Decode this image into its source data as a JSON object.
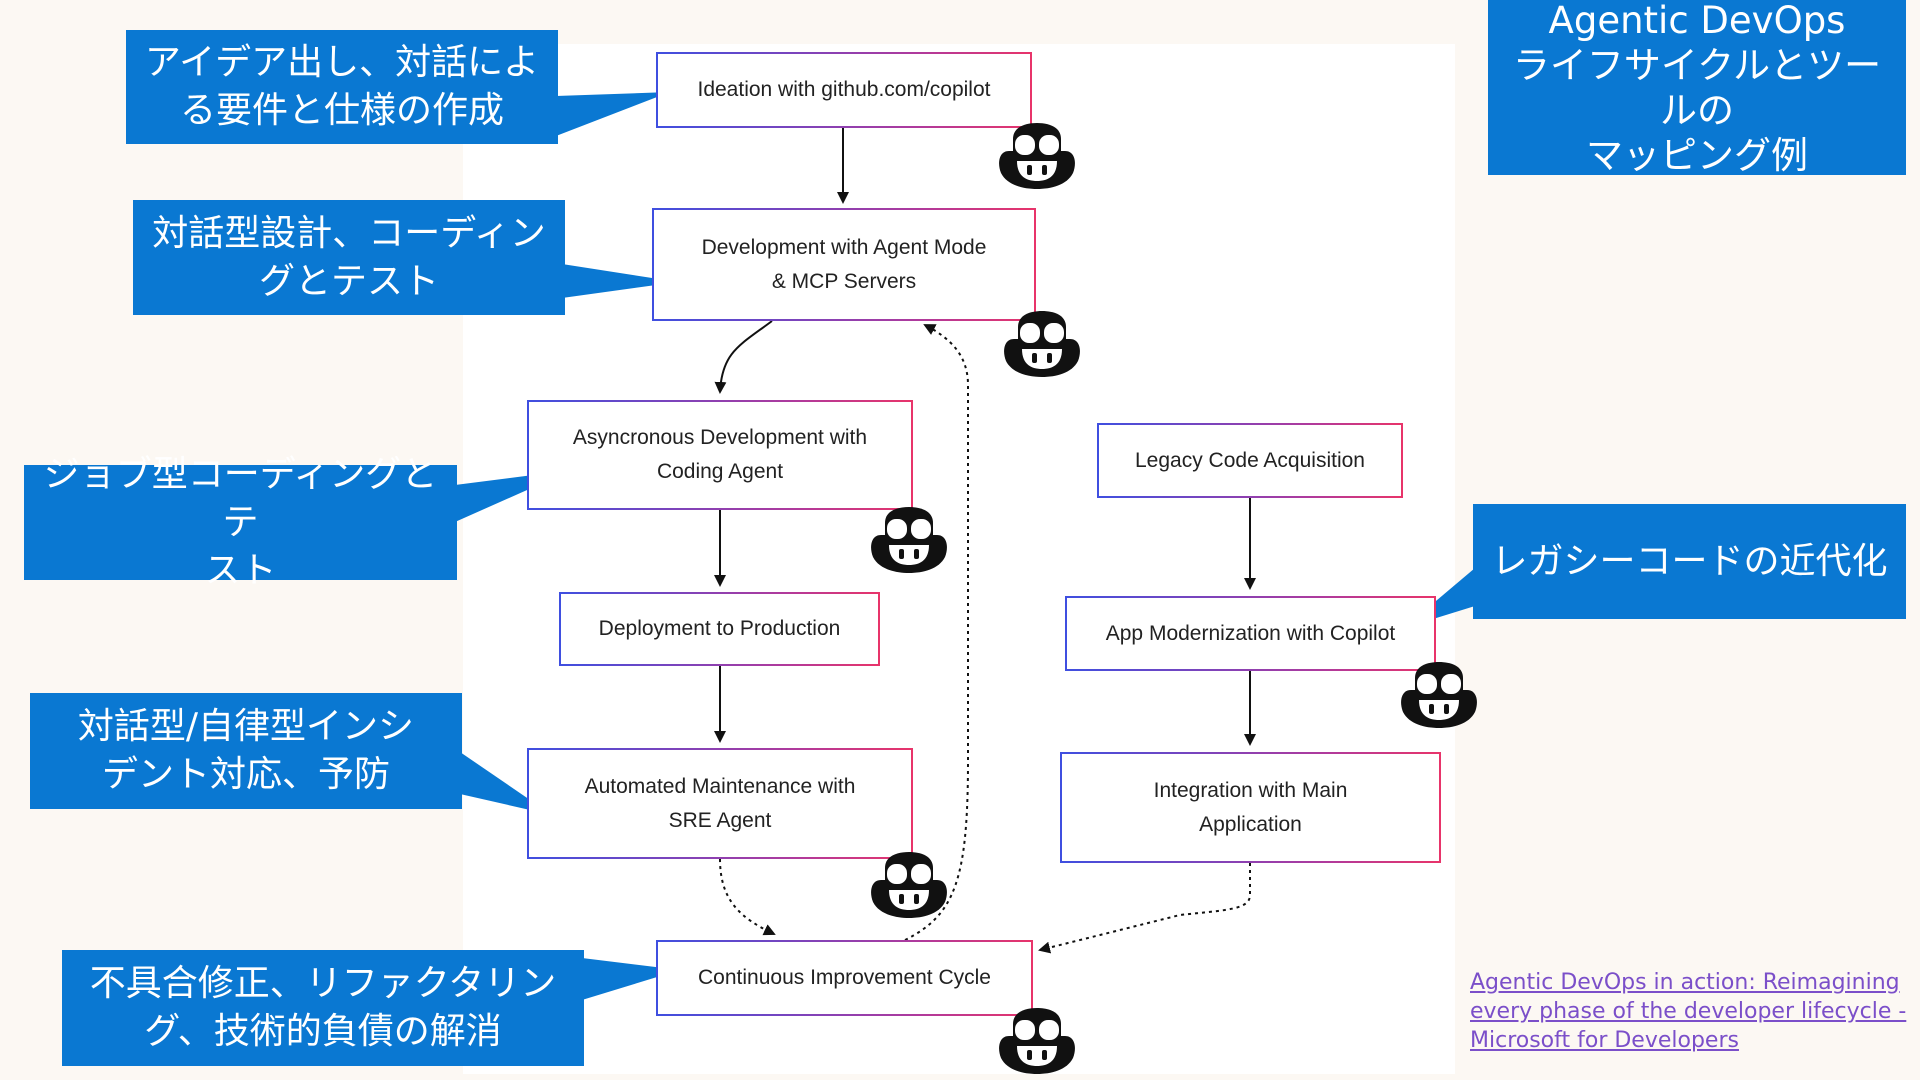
{
  "title": "Agentic DevOps\nライフサイクルとツールの\nマッピング例",
  "nodes": {
    "ideation": "Ideation with github.com/copilot",
    "development": "Development with Agent Mode\n& MCP Servers",
    "async": "Asyncronous Development with\nCoding Agent",
    "deployment": "Deployment to Production",
    "maintenance": "Automated Maintenance with\nSRE Agent",
    "continuous": "Continuous Improvement Cycle",
    "legacy": "Legacy Code Acquisition",
    "modernization": "App Modernization with Copilot",
    "integration": "Integration with Main\nApplication"
  },
  "callouts": {
    "ideation": "アイデア出し、対話によ\nる要件と仕様の作成",
    "design": "対話型設計、コーディン\nグとテスト",
    "job": "ジョブ型コーディングとテ\nスト",
    "incident": "対話型/自律型インシ\nデント対応、予防",
    "fix": "不具合修正、リファクタリン\nグ、技術的負債の解消",
    "legacy": "レガシーコードの近代化"
  },
  "link": "Agentic DevOps in action: Reimagining\nevery phase of the developer lifecycle -\nMicrosoft for Developers",
  "icons": [
    "copilot-mascot-icon"
  ],
  "colors": {
    "callout": "#0a78d2",
    "node_border_start": "#3f4fe0",
    "node_border_end": "#e8346a",
    "link": "#7b4fc9"
  }
}
